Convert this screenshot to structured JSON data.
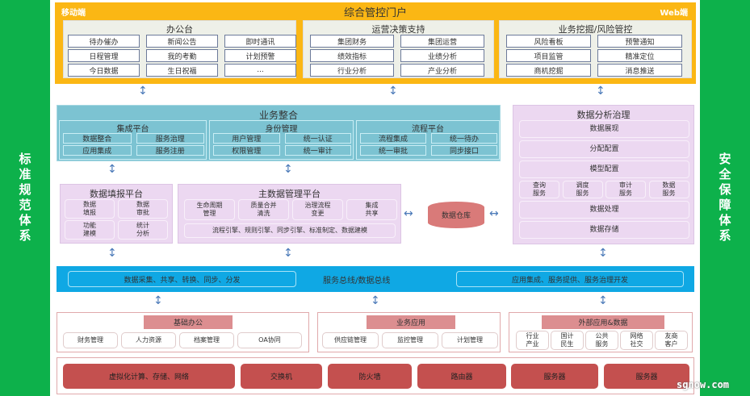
{
  "side": {
    "left": "标准规范体系",
    "right": "安全保障体系"
  },
  "portal": {
    "mobile": "移动端",
    "title": "综合管控门户",
    "web": "Web端",
    "office": {
      "title": "办公台",
      "items": [
        "待办催办",
        "新闻公告",
        "即时通讯",
        "日程管理",
        "我的考勤",
        "计划预警",
        "今日数据",
        "生日祝福",
        "..."
      ]
    },
    "ops": {
      "title": "运营决策支持",
      "items": [
        "集团财务",
        "集团运营",
        "绩效指标",
        "业绩分析",
        "行业分析",
        "产业分析"
      ]
    },
    "mining": {
      "title": "业务挖掘/风险管控",
      "items": [
        "风险看板",
        "预警通知",
        "项目监管",
        "精准定位",
        "商机挖掘",
        "消息推送"
      ]
    }
  },
  "integration": {
    "title": "业务整合",
    "groups": [
      {
        "title": "集成平台",
        "items": [
          "数据整合",
          "服务治理",
          "应用集成",
          "服务注册"
        ]
      },
      {
        "title": "身份管理",
        "items": [
          "用户管理",
          "统一认证",
          "权限管理",
          "统一审计"
        ]
      },
      {
        "title": "流程平台",
        "items": [
          "流程集成",
          "统一待办",
          "统一审批",
          "同步接口"
        ]
      }
    ]
  },
  "fill": {
    "title": "数据填报平台",
    "items": [
      "数据\n填报",
      "数据\n审批",
      "功能\n建模",
      "统计\n分析"
    ]
  },
  "mdm": {
    "title": "主数据管理平台",
    "items": [
      "生命周期\n管理",
      "质量合并\n清洗",
      "治理流程\n变更",
      "集成\n共享"
    ],
    "engine": "流程引擎、规则引擎、同步引擎、标准制定、数据建模"
  },
  "warehouse": "数据仓库",
  "analysis": {
    "title": "数据分析治理",
    "rows": [
      "数据展现",
      "分配配置",
      "模型配置"
    ],
    "services": [
      "查询\n服务",
      "调度\n服务",
      "审计\n服务",
      "数据\n服务"
    ],
    "rows2": [
      "数据处理",
      "数据存储"
    ]
  },
  "bus": {
    "left": "数据采集、共享、转换、同步、分发",
    "center": "服务总线/数据总线",
    "right": "应用集成、服务提供、服务治理开发"
  },
  "basic": {
    "title": "基础办公",
    "items": [
      "财务管理",
      "人力资源",
      "档案管理",
      "OA协同"
    ]
  },
  "biz": {
    "title": "业务应用",
    "items": [
      "供应链管理",
      "监控管理",
      "计划管理"
    ]
  },
  "ext": {
    "title": "外部应用&数据",
    "items": [
      "行业\n产业",
      "国计\n民生",
      "公共\n服务",
      "网络\n社交",
      "友商\n客户"
    ]
  },
  "infra": [
    "虚拟化计算、存储、网络",
    "交换机",
    "防火墙",
    "路由器",
    "服务器",
    "服务器"
  ],
  "watermark": "sgnow.com"
}
